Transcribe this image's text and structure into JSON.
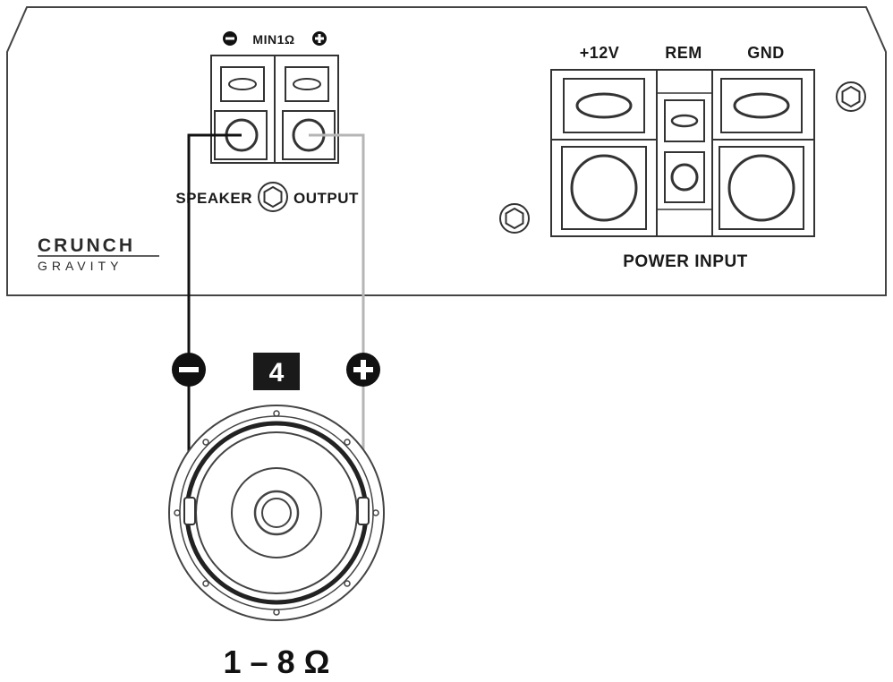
{
  "amplifier": {
    "brand_top": "CRUNCH",
    "brand_bottom": "GRAVITY",
    "speaker_terminal": {
      "minus_symbol": "−",
      "plus_symbol": "+",
      "min_impedance": "MIN1Ω",
      "label_left": "SPEAKER",
      "label_right": "OUTPUT"
    },
    "power_terminal": {
      "plus12v": "+12V",
      "rem": "REM",
      "gnd": "GND",
      "label": "POWER INPUT"
    }
  },
  "speaker": {
    "minus_symbol": "−",
    "plus_symbol": "+",
    "count_badge": "4",
    "impedance_range": "1 – 8 Ω"
  },
  "colors": {
    "outline": "#333333",
    "panel_fill": "#ffffff",
    "negative_wire": "#111111",
    "positive_wire": "#b5b5b5",
    "badge_fill": "#1a1a1a"
  }
}
